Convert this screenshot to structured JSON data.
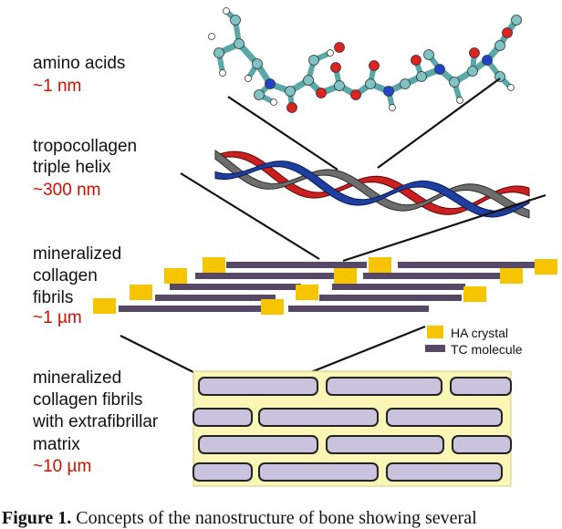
{
  "levels": [
    {
      "name": "amino acids",
      "scale": "~1 nm"
    },
    {
      "name": [
        "tropocollagen",
        "triple helix"
      ],
      "scale": "~300 nm"
    },
    {
      "name": [
        "mineralized",
        "collagen",
        "fibrils"
      ],
      "scale": "~1 µm"
    },
    {
      "name": [
        "mineralized",
        "collagen fibrils",
        "with extrafibrillar",
        "matrix"
      ],
      "scale": "~10 µm"
    }
  ],
  "legend": {
    "ha_crystal": "HA crystal",
    "tc_molecule": "TC molecule"
  },
  "caption": {
    "prefix": "Figure 1.",
    "text": "Concepts of the nanostructure of bone showing several"
  },
  "colors": {
    "scale_text": "#cc1100",
    "ha_crystal": "#f7c400",
    "tc_molecule": "#564866",
    "fibril_fill": "#c9c3dd",
    "matrix_fill": "#fbf6b5",
    "helix_red": "#cc1f1f",
    "helix_blue": "#1f3fa0",
    "helix_gray": "#6d6d6d",
    "atom_carbon": "#7fc4c4",
    "atom_oxygen": "#dd2222",
    "atom_nitrogen": "#2244cc",
    "atom_hydrogen": "#ffffff"
  }
}
